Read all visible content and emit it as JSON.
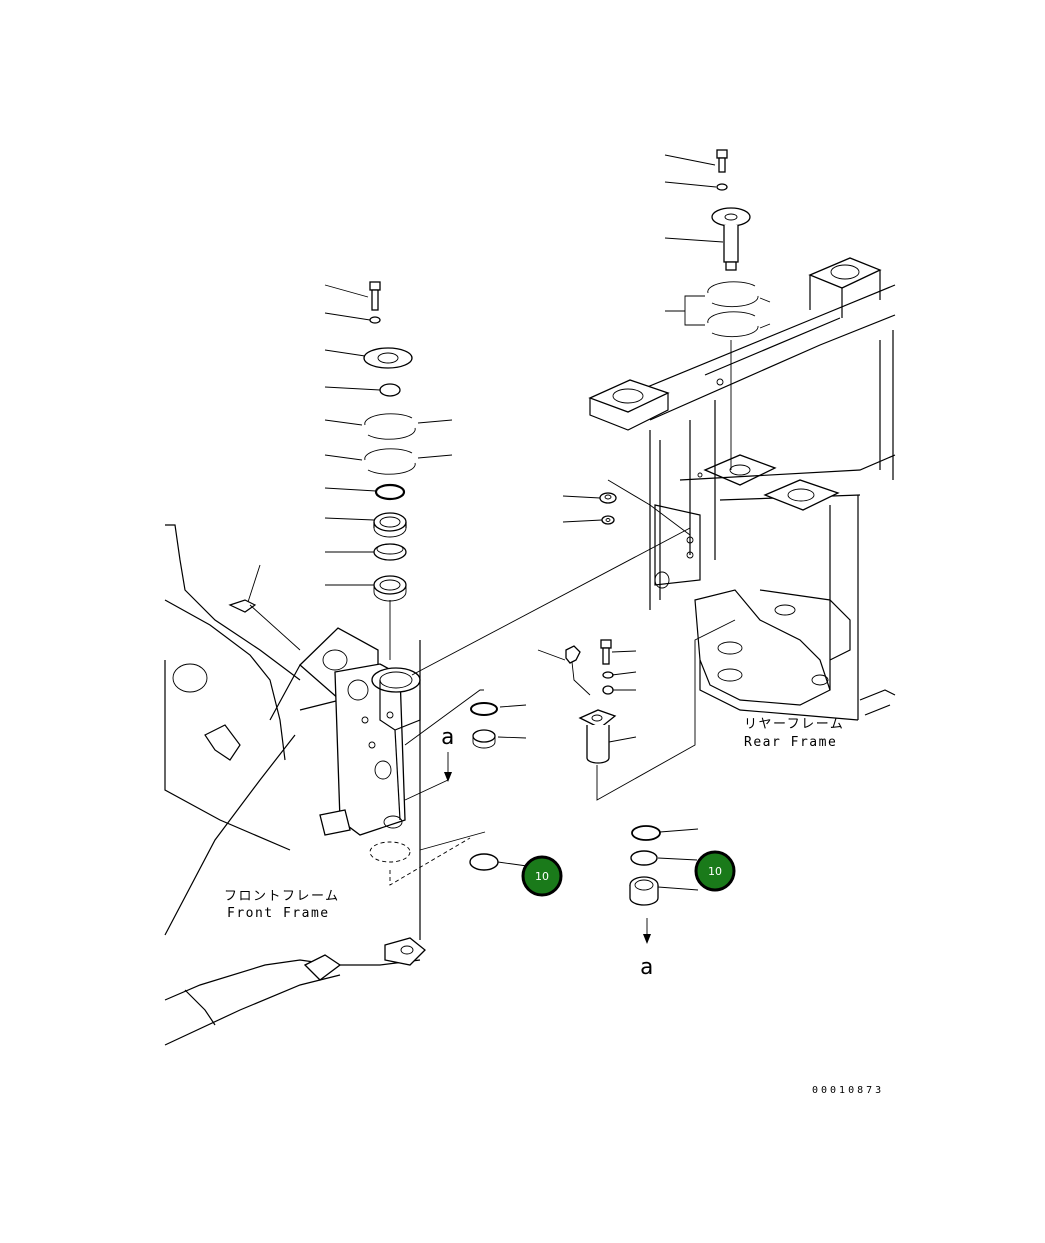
{
  "labels": {
    "front_frame_jp": "フロントフレーム",
    "front_frame_en": "Front Frame",
    "rear_frame_jp": "リヤーフレーム",
    "rear_frame_en": "Rear Frame",
    "arrow_a_left": "a",
    "arrow_a_right": "a",
    "drawing_code": "00010873"
  },
  "callouts": [
    {
      "id": "callout-1",
      "number": "10",
      "color": "#1a7a1a"
    },
    {
      "id": "callout-2",
      "number": "10",
      "color": "#1a7a1a"
    }
  ],
  "colors": {
    "badge_fill": "#1a7a1a",
    "badge_ring": "#000000",
    "line": "#000000"
  }
}
